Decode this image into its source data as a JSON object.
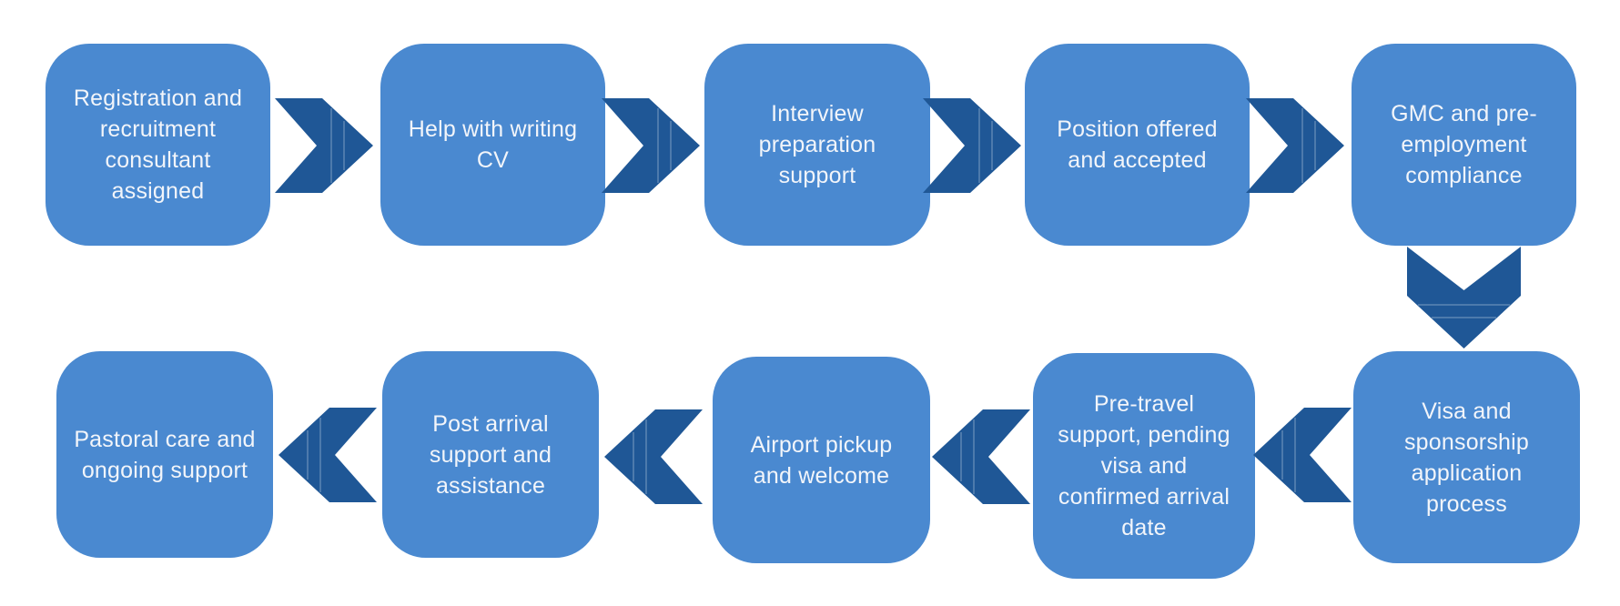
{
  "diagram": {
    "type": "flowchart",
    "description": "International recruitment journey process flow, two rows of rounded steps connected by chevron arrows",
    "colors": {
      "box_fill": "#4a89d0",
      "arrow_fill": "#1f5796",
      "text_color": "#f2f5fa",
      "background": "#ffffff"
    },
    "nodes": [
      {
        "id": 1,
        "label": "Registration and\nrecruitment\nconsultant\nassigned"
      },
      {
        "id": 2,
        "label": "Help with writing\nCV"
      },
      {
        "id": 3,
        "label": "Interview\npreparation\nsupport"
      },
      {
        "id": 4,
        "label": "Position offered\nand accepted"
      },
      {
        "id": 5,
        "label": "GMC and pre-\nemployment\ncompliance"
      },
      {
        "id": 6,
        "label": "Visa and\nsponsorship\napplication\nprocess"
      },
      {
        "id": 7,
        "label": "Pre-travel\nsupport, pending\nvisa and\nconfirmed arrival\ndate"
      },
      {
        "id": 8,
        "label": "Airport pickup\nand welcome"
      },
      {
        "id": 9,
        "label": "Post arrival\nsupport and\nassistance"
      },
      {
        "id": 10,
        "label": "Pastoral care and\nongoing support"
      }
    ],
    "connectors": [
      {
        "from": 1,
        "to": 2,
        "direction": "right"
      },
      {
        "from": 2,
        "to": 3,
        "direction": "right"
      },
      {
        "from": 3,
        "to": 4,
        "direction": "right"
      },
      {
        "from": 4,
        "to": 5,
        "direction": "right"
      },
      {
        "from": 5,
        "to": 6,
        "direction": "down"
      },
      {
        "from": 6,
        "to": 7,
        "direction": "left"
      },
      {
        "from": 7,
        "to": 8,
        "direction": "left"
      },
      {
        "from": 8,
        "to": 9,
        "direction": "left"
      },
      {
        "from": 9,
        "to": 10,
        "direction": "left"
      }
    ]
  }
}
